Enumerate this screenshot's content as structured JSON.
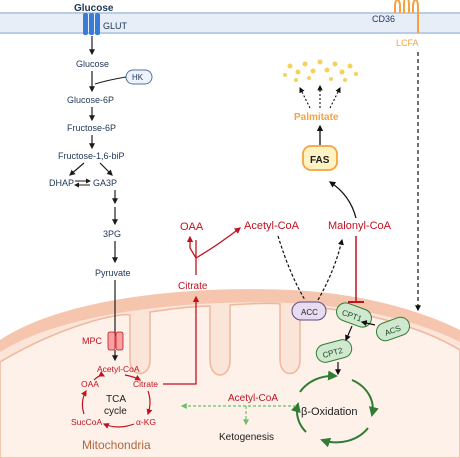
{
  "labels": {
    "glucose_top": "Glucose",
    "glut": "GLUT",
    "glucose": "Glucose",
    "hk": "HK",
    "glucose6p": "Glucose-6P",
    "fructose6p": "Fructose-6P",
    "fructose16bp": "Fructose-1,6-biP",
    "dhap": "DHAP",
    "ga3p": "GA3P",
    "pg3": "3PG",
    "pyruvate": "Pyruvate",
    "mpc": "MPC",
    "acetylcoa_mito": "Acetyl-CoA",
    "citrate_mito": "Citrate",
    "oaa_mito": "OAA",
    "tca": "TCA",
    "cycle": "cycle",
    "succoa": "SucCoA",
    "akg": "α-KG",
    "mitochondria": "Mitochondria",
    "citrate_cyto": "Citrate",
    "oaa_cyto": "OAA",
    "acetylcoa_cyto": "Acetyl-CoA",
    "malonylcoa": "Malonyl-CoA",
    "fas": "FAS",
    "palmitate": "Palmitate",
    "cd36": "CD36",
    "lcfa": "LCFA",
    "acc": "ACC",
    "cpt1": "CPT1",
    "cpt2": "CPT2",
    "acs": "ACS",
    "acetylcoa_beta": "Acetyl-CoA",
    "betaox": "β-Oxidation",
    "ketogenesis": "Ketogenesis"
  },
  "colors": {
    "membrane_fill": "#e8eef7",
    "membrane_line": "#b9cde6",
    "mito_outer": "#f5c5ad",
    "mito_inner": "#fbe4d8",
    "mito_matrix": "#fdf1ea",
    "dark_text": "#1d3557",
    "red": "#c1121f",
    "orange": "#f4a340",
    "green": "#2e7d32",
    "light_green": "#cfe8cf",
    "fas_fill": "#fff3c4",
    "acc_fill": "#e7dcf2",
    "mpc_fill": "#f7a1a1",
    "glut_fill": "#3a7bd5"
  }
}
